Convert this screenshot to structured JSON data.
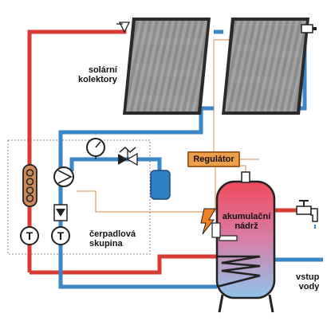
{
  "labels": {
    "collectors": "solární\nkolektory",
    "regulator": "Regulátor",
    "tank": "akumulační\nnádrž",
    "pump_group": "čerpadlová\nskupina",
    "water_inlet": "vstup\nvody"
  },
  "colors": {
    "hot_pipe": "#d93a33",
    "cold_pipe": "#3a86c8",
    "control_wire": "#d9a36b",
    "collector_frame": "#2a2a2a",
    "expansion_vessel": "#2e7fc4",
    "tank_top": "#f04a5a",
    "tank_bottom": "#8fc4ee",
    "regulator_bg": "#ef9e4c"
  },
  "icons": [
    "air-vent-icon",
    "temperature-sensor-icon",
    "flow-meter-icon",
    "pump-icon",
    "pressure-gauge-icon",
    "safety-valve-icon",
    "expansion-vessel-icon",
    "thermometer-icon",
    "check-valve-icon",
    "heating-element-icon",
    "heat-exchanger-coil-icon",
    "hot-water-tap-icon"
  ]
}
